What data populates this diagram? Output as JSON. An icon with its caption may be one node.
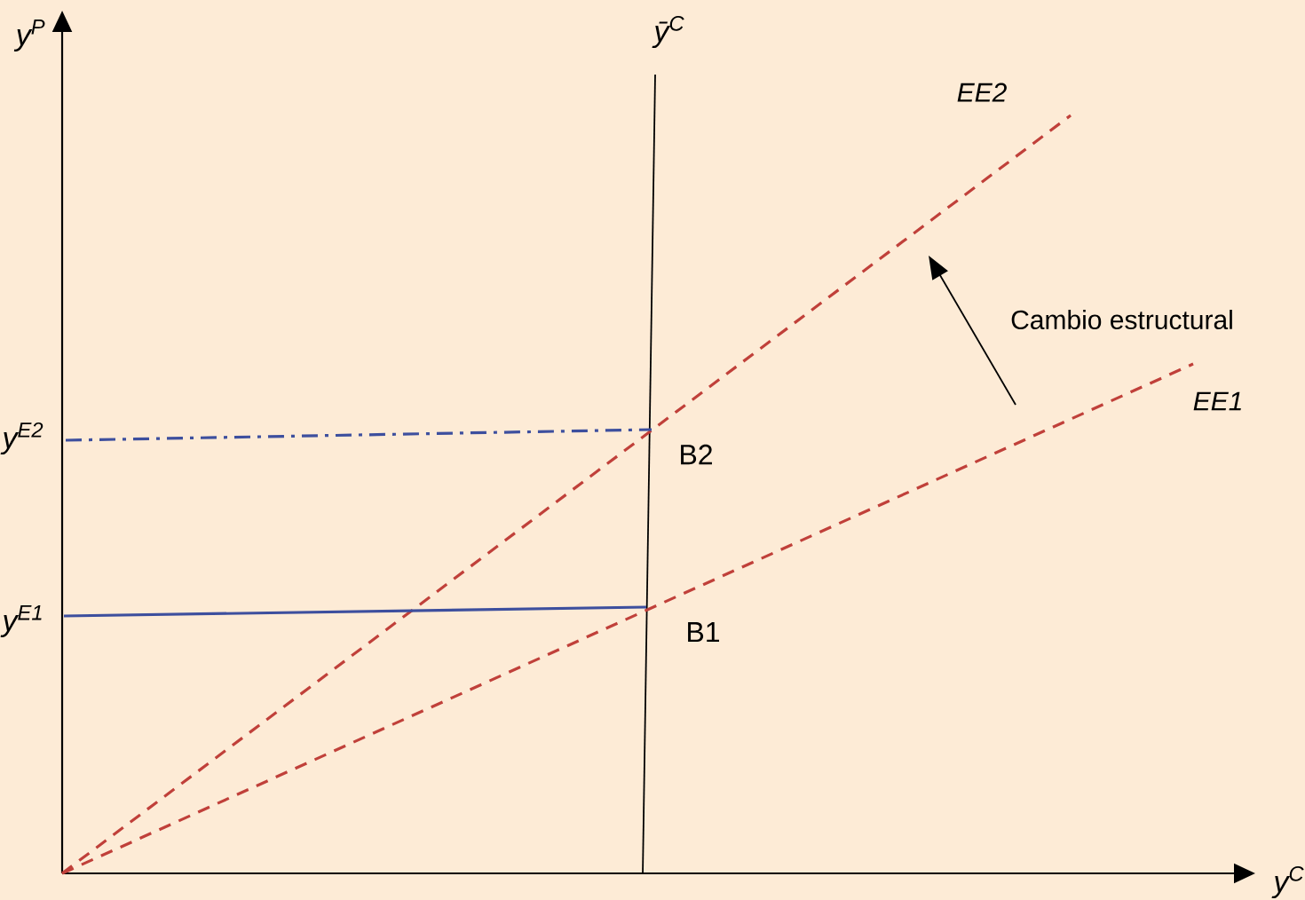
{
  "diagram": {
    "labels": [
      "y$^{P}$",
      "ȳ$^{C}$",
      "EE2",
      "Cambio estructural",
      "EE1",
      "y$^{E2}$",
      "B2",
      "y$^{E1}$",
      "B1",
      "y$^{C}$"
    ]
  }
}
